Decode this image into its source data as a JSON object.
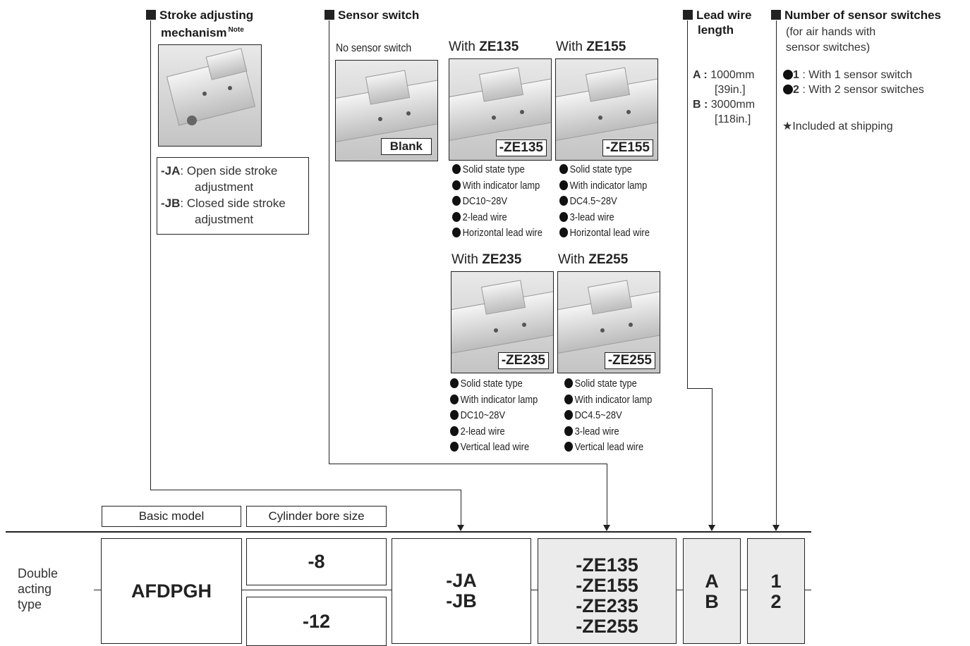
{
  "stroke": {
    "heading_line1": "Stroke adjusting",
    "heading_line2": "mechanism",
    "note": "Note",
    "options": [
      {
        "code": "-JA",
        "desc_line1": "Open side stroke",
        "desc_line2": "adjustment"
      },
      {
        "code": "-JB",
        "desc_line1": "Closed side stroke",
        "desc_line2": "adjustment"
      }
    ]
  },
  "sensor": {
    "heading": "Sensor switch",
    "none_label": "No sensor switch",
    "none_code": "Blank",
    "with_prefix": "With",
    "items": [
      {
        "model": "ZE135",
        "code": "-ZE135",
        "specs": [
          "Solid state type",
          "With indicator lamp",
          "DC10~28V",
          "2-lead wire",
          "Horizontal lead wire"
        ]
      },
      {
        "model": "ZE155",
        "code": "-ZE155",
        "specs": [
          "Solid state type",
          "With indicator lamp",
          "DC4.5~28V",
          "3-lead wire",
          "Horizontal lead wire"
        ]
      },
      {
        "model": "ZE235",
        "code": "-ZE235",
        "specs": [
          "Solid state type",
          "With indicator lamp",
          "DC10~28V",
          "2-lead wire",
          "Vertical lead wire"
        ]
      },
      {
        "model": "ZE255",
        "code": "-ZE255",
        "specs": [
          "Solid state type",
          "With indicator lamp",
          "DC4.5~28V",
          "3-lead wire",
          "Vertical lead wire"
        ]
      }
    ]
  },
  "lead": {
    "heading_line1": "Lead wire",
    "heading_line2": "length",
    "options": [
      {
        "code": "A :",
        "value": "1000mm",
        "alt": "[39in.]"
      },
      {
        "code": "B :",
        "value": "3000mm",
        "alt": "[118in.]"
      }
    ]
  },
  "count": {
    "heading": "Number of sensor switches",
    "sub_line1": "(for air hands with",
    "sub_line2": "sensor switches)",
    "options": [
      {
        "code": "1",
        "desc": ": With 1 sensor switch"
      },
      {
        "code": "2",
        "desc": ": With 2 sensor switches"
      }
    ],
    "star": "★",
    "note": "Included at shipping"
  },
  "header_labels": {
    "basic_model": "Basic model",
    "bore_size": "Cylinder bore size"
  },
  "row": {
    "type_line1": "Double",
    "type_line2": "acting",
    "type_line3": "type",
    "model": "AFDPGH",
    "bore": [
      "-8",
      "-12"
    ],
    "stroke_codes": [
      "-JA",
      "-JB"
    ],
    "sensor_codes": [
      "-ZE135",
      "-ZE155",
      "-ZE235",
      "-ZE255"
    ],
    "lead_codes": [
      "A",
      "B"
    ],
    "count_codes": [
      "1",
      "2"
    ]
  }
}
